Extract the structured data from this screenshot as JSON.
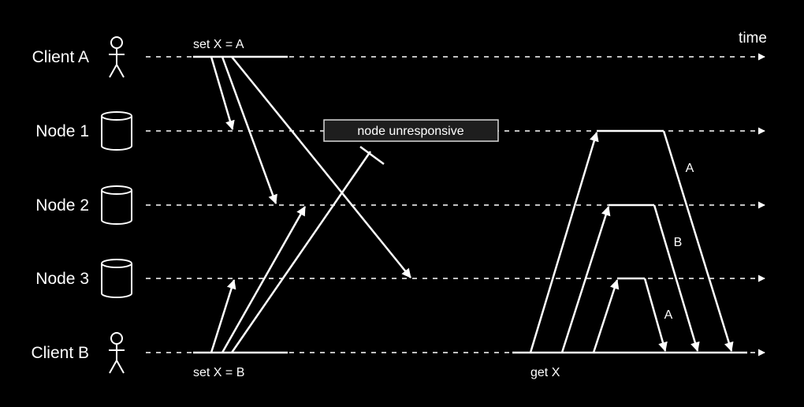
{
  "axis": {
    "time_label": "time"
  },
  "actors": [
    {
      "label": "Client A",
      "icon": "person-icon"
    },
    {
      "label": "Node 1",
      "icon": "database-cylinder-icon"
    },
    {
      "label": "Node 2",
      "icon": "database-cylinder-icon"
    },
    {
      "label": "Node 3",
      "icon": "database-cylinder-icon"
    },
    {
      "label": "Client B",
      "icon": "person-icon"
    }
  ],
  "operations": {
    "write_a": "set X = A",
    "write_b": "set X = B",
    "read": "get X"
  },
  "failure_box": {
    "label": "node unresponsive"
  },
  "read_responses": {
    "node1": "A",
    "node2": "B",
    "node3": "A"
  }
}
